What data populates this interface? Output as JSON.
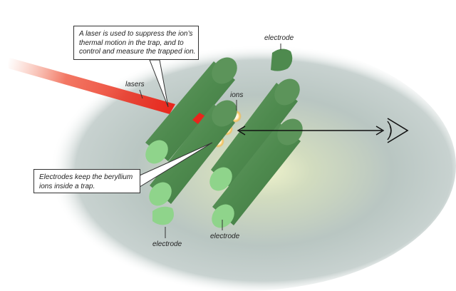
{
  "callouts": {
    "laser": [
      "A laser is used to suppress the ion’s",
      "thermal motion in the trap, and to",
      "control and measure the trapped ion."
    ],
    "electrodes": [
      "Electrodes keep the beryllium",
      "ions inside a trap."
    ]
  },
  "labels": {
    "lasers": "lasers",
    "ions": "ions",
    "electrode_top": "electrode",
    "electrode_bottom_left": "electrode",
    "electrode_bottom_right": "electrode"
  },
  "colors": {
    "background_glow": "#aab8b4",
    "electrode_body": "#4e8a4e",
    "electrode_face": "#8fd48b",
    "laser": "#e8251c",
    "ion_glow": "#f7c25a",
    "text": "#222222"
  },
  "icons": [
    "eye-icon",
    "double-arrow-icon",
    "laser-beam"
  ]
}
